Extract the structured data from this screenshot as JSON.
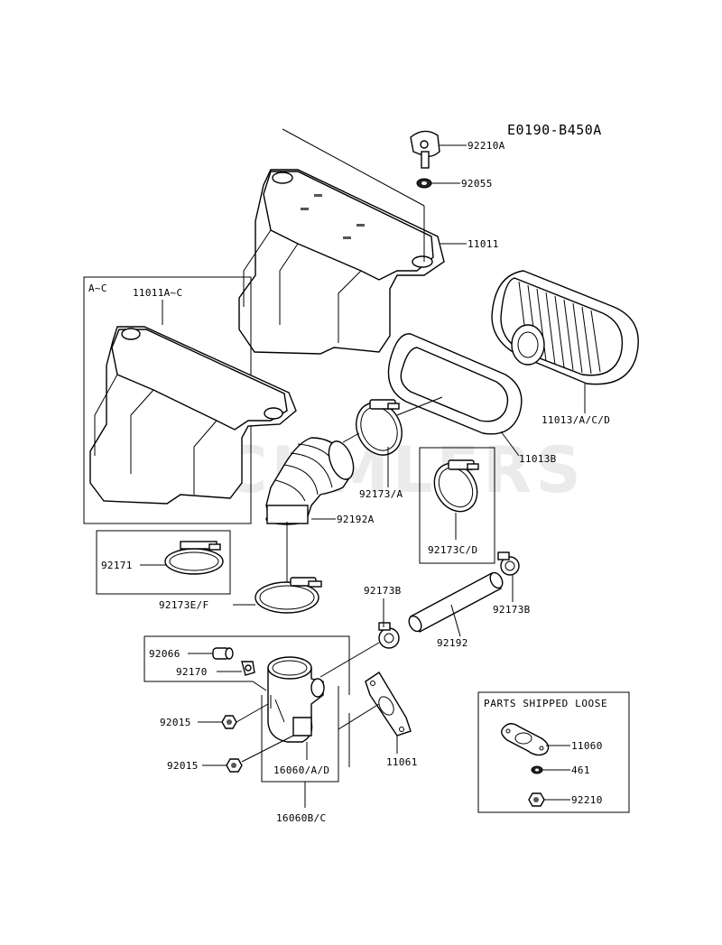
{
  "diagram_code": "E0190-B450A",
  "watermark": "CUMLERS",
  "parts_box_title": "PARTS SHIPPED LOOSE",
  "labels": {
    "p92210A": "92210A",
    "p92055": "92055",
    "p11011": "11011",
    "p11011AC": "11011A~C",
    "pAC": "A~C",
    "p11013ACD": "11013/A/C/D",
    "p11013B": "11013B",
    "p92173A": "92173/A",
    "p92173CD": "92173C/D",
    "p92192A": "92192A",
    "p92171": "92171",
    "p92173EF": "92173E/F",
    "p92173B_left": "92173B",
    "p92173B_right": "92173B",
    "p92192": "92192",
    "p92066": "92066",
    "p92170": "92170",
    "p92015_top": "92015",
    "p92015_bottom": "92015",
    "p16060AD": "16060/A/D",
    "p16060BC": "16060B/C",
    "p11061": "11061",
    "p11060": "11060",
    "p461": "461",
    "p92210": "92210"
  }
}
